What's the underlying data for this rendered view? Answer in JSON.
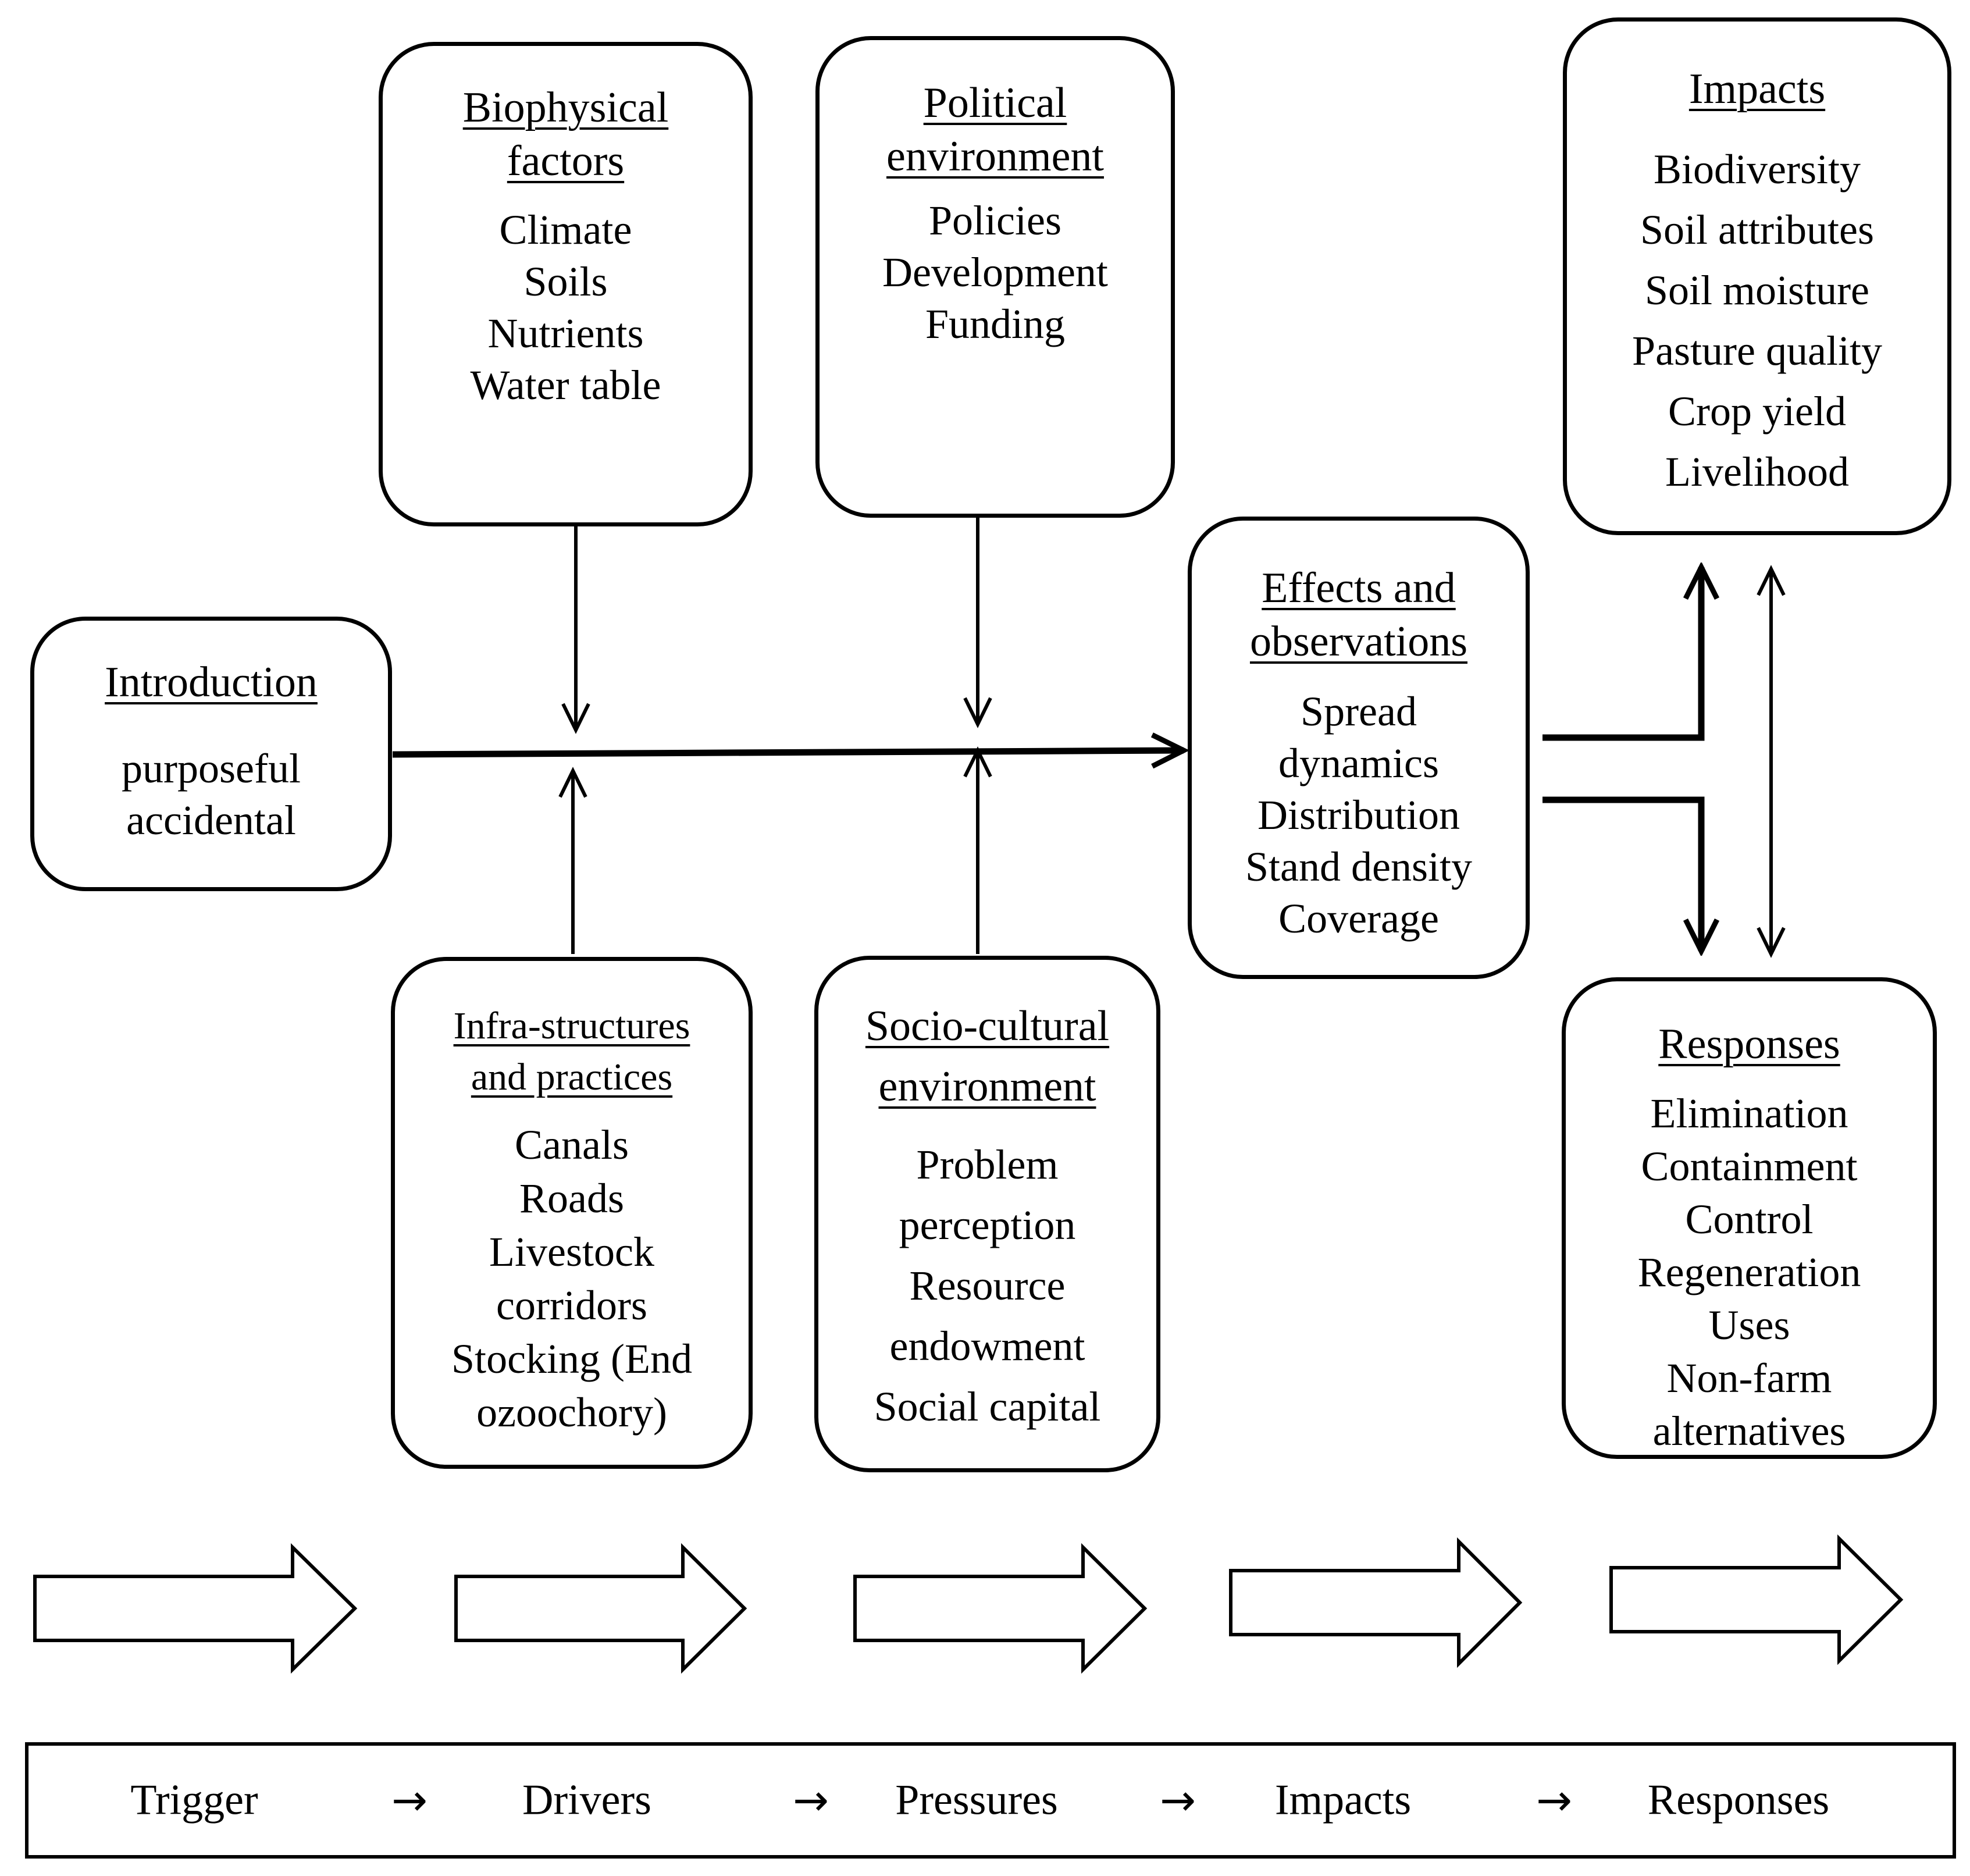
{
  "boxes": {
    "introduction": {
      "title": "Introduction",
      "items": [
        "purposeful",
        "accidental"
      ]
    },
    "biophysical": {
      "title": "Biophysical factors",
      "items": [
        "Climate",
        "Soils",
        "Nutrients",
        "Water table"
      ]
    },
    "political": {
      "title": "Political environment",
      "items": [
        "Policies",
        "Development",
        "Funding"
      ]
    },
    "effects": {
      "title": "Effects and observations",
      "items": [
        "Spread dynamics",
        "Distribution",
        "Stand density",
        "Coverage"
      ]
    },
    "impacts": {
      "title": "Impacts",
      "items": [
        "Biodiversity",
        "Soil attributes",
        "Soil moisture",
        "Pasture quality",
        "Crop yield",
        "Livelihood"
      ]
    },
    "infrastructures": {
      "title": "Infra-structures and practices",
      "items": [
        "Canals",
        "Roads",
        "Livestock corridors",
        "Stocking (Endozoochory)"
      ]
    },
    "socio_cultural": {
      "title": "Socio-cultural environment",
      "items": [
        "Problem perception",
        "Resource endowment",
        "Social capital"
      ]
    },
    "responses": {
      "title": "Responses",
      "items": [
        "Elimination",
        "Containment",
        "Control",
        "Regeneration",
        "Uses",
        "Non-farm alternatives"
      ]
    }
  },
  "stages": [
    "Trigger",
    "Drivers",
    "Pressures",
    "Impacts",
    "Responses"
  ],
  "stage_arrow_glyph": "→"
}
